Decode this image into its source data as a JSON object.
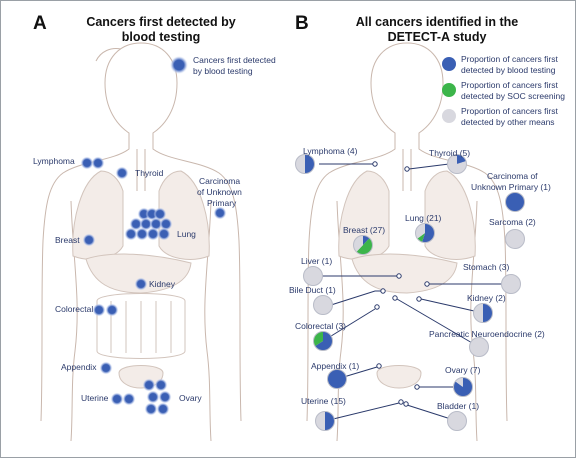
{
  "panelA": {
    "letter": "A",
    "title_line1": "Cancers first detected by",
    "title_line2": "blood testing",
    "legend": {
      "line1": "Cancers first detected",
      "line2": "by blood testing"
    },
    "labels": {
      "lymphoma": "Lymphoma",
      "thyroid": "Thyroid",
      "cup1": "Carcinoma",
      "cup2": "of Unknown",
      "cup3": "Primary",
      "breast": "Breast",
      "lung": "Lung",
      "kidney": "Kidney",
      "colorectal": "Colorectal",
      "appendix": "Appendix",
      "uterine": "Uterine",
      "ovary": "Ovary"
    }
  },
  "panelB": {
    "letter": "B",
    "title_line1": "All cancers identified in the",
    "title_line2": "DETECT-A study",
    "legend": [
      {
        "line1": "Proportion of cancers first",
        "line2": "detected by blood testing",
        "color": "#3a5fb4"
      },
      {
        "line1": "Proportion of cancers first",
        "line2": "detected by SOC screening",
        "color": "#3cb54a"
      },
      {
        "line1": "Proportion of cancers first",
        "line2": "detected by other means",
        "color": "#d8d8df"
      }
    ],
    "labels": {
      "lymphoma": "Lymphoma (4)",
      "thyroid": "Thyroid (5)",
      "cup1": "Carcinoma of",
      "cup2": "Unknown Primary (1)",
      "sarcoma": "Sarcoma (2)",
      "breast": "Breast (27)",
      "lung": "Lung (21)",
      "liver": "Liver (1)",
      "stomach": "Stomach (3)",
      "bileduct": "Bile Duct (1)",
      "kidney": "Kidney (2)",
      "colorectal": "Colorectal (3)",
      "pancreatic": "Pancreatic Neuroendocrine (2)",
      "appendix": "Appendix (1)",
      "ovary": "Ovary (7)",
      "uterine": "Uterine (15)",
      "bladder": "Bladder (1)"
    }
  },
  "colors": {
    "blood": "#3a5fb4",
    "soc": "#3cb54a",
    "other": "#d8d8df",
    "line": "#2b3a6b"
  }
}
